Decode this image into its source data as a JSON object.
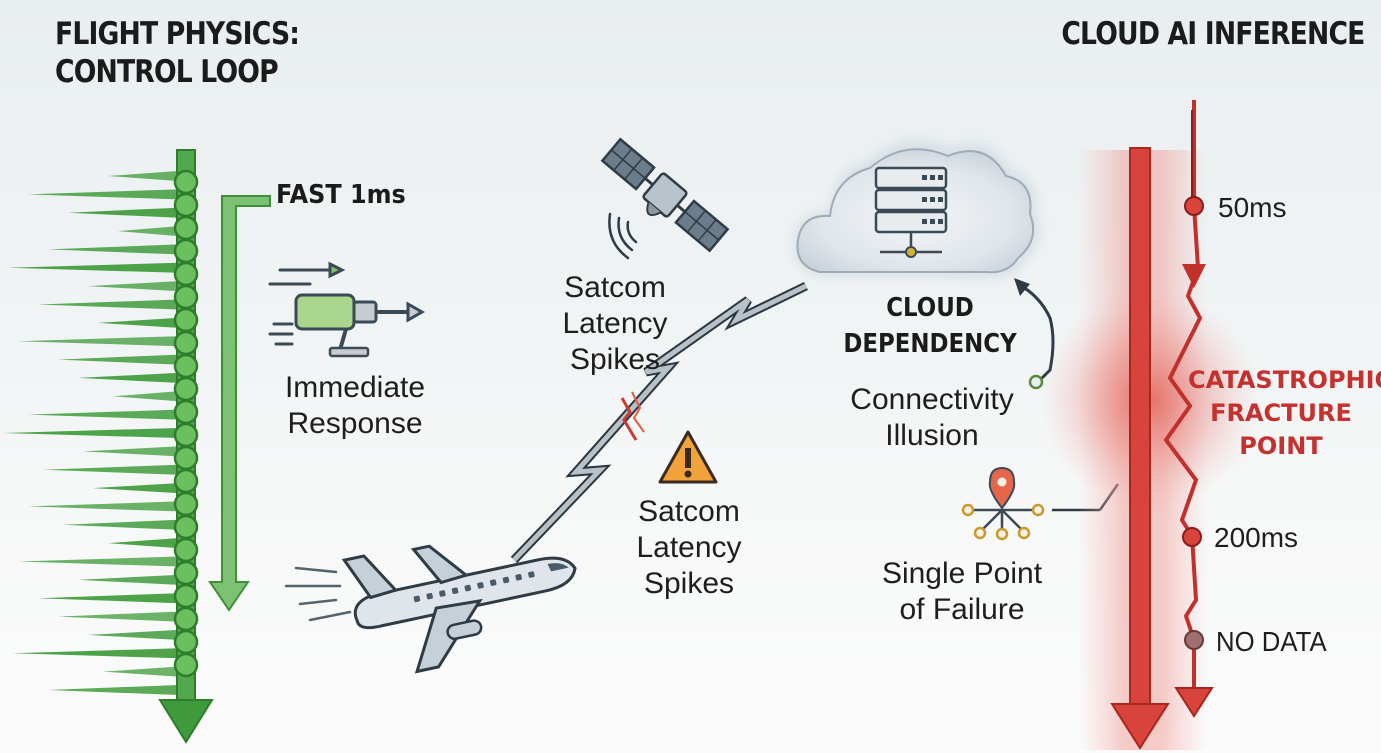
{
  "left_panel": {
    "title_line1": "FLIGHT PHYSICS:",
    "title_line2": "CONTROL LOOP",
    "fast_label": "FAST 1ms",
    "response_line1": "Immediate",
    "response_line2": "Response",
    "color": "#3f9a3c"
  },
  "middle_panel": {
    "satcom_top_line1": "Satcom",
    "satcom_top_line2": "Latency",
    "satcom_top_line3": "Spikes",
    "satcom_bottom_line1": "Satcom",
    "satcom_bottom_line2": "Latency",
    "satcom_bottom_line3": "Spikes",
    "cloud_dependency_line1": "CLOUD",
    "cloud_dependency_line2": "DEPENDENCY",
    "connectivity_line1": "Connectivity",
    "connectivity_line2": "Illusion",
    "spof_line1": "Single Point",
    "spof_line2": "of Failure"
  },
  "right_panel": {
    "title": "CLOUD AI INFERENCE",
    "marker_50": "50ms",
    "marker_200": "200ms",
    "marker_nodata": "NO DATA",
    "fracture_line1": "CATASTROPHIC",
    "fracture_line2": "FRACTURE",
    "fracture_line3": "POINT",
    "color": "#d23a34"
  },
  "icons": [
    "spike-waveform-icon",
    "actuator-icon",
    "satellite-icon",
    "cloud-server-icon",
    "lightning-link-icon",
    "warning-icon",
    "airplane-icon",
    "network-pin-icon",
    "fracture-arrow-icon"
  ]
}
